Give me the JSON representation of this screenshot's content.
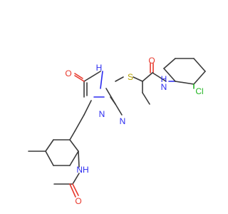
{
  "molecule": {
    "atoms": [
      {
        "id": "o_ring",
        "label": "O",
        "element": "O",
        "color": "#e8382c"
      },
      {
        "id": "nh_ring",
        "label": "H",
        "element": "N",
        "color": "#2b2bf0"
      },
      {
        "id": "s",
        "label": "S",
        "element": "S",
        "color": "#b8a200"
      },
      {
        "id": "o_amide",
        "label": "O",
        "element": "O",
        "color": "#e8382c"
      },
      {
        "id": "n_amide",
        "label": "N",
        "element": "N",
        "color": "#2b2bf0"
      },
      {
        "id": "h_amide",
        "label": "H",
        "element": "H",
        "color": "#2b2bf0"
      },
      {
        "id": "cl",
        "label": "Cl",
        "element": "Cl",
        "color": "#22b522"
      },
      {
        "id": "n2",
        "label": "N",
        "element": "N",
        "color": "#2b2bf0"
      },
      {
        "id": "n1",
        "label": "N",
        "element": "N",
        "color": "#2b2bf0"
      },
      {
        "id": "nh_acetyl",
        "label": "NH",
        "element": "N",
        "color": "#2b2bf0"
      },
      {
        "id": "o_acetyl",
        "label": "O",
        "element": "O",
        "color": "#e8382c"
      }
    ],
    "bond_color": "#3a3a3a"
  }
}
